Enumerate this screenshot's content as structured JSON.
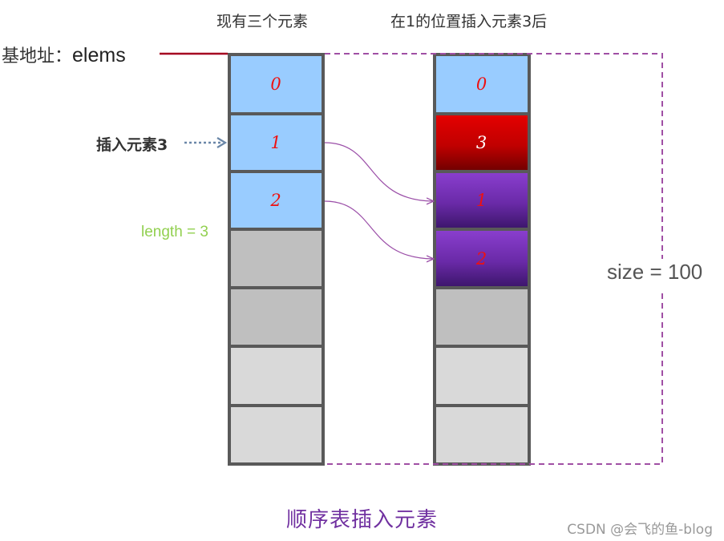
{
  "titles": {
    "left": "现有三个元素",
    "right": "在1的位置插入元素3后"
  },
  "labels": {
    "base_prefix": "基地址：",
    "base_name": "elems",
    "insert": "插入元素3",
    "length": "length = 3",
    "size": "size = 100"
  },
  "left_cells": [
    "0",
    "1",
    "2",
    "",
    "",
    "",
    ""
  ],
  "right_cells": [
    "0",
    "3",
    "1",
    "2",
    "",
    "",
    ""
  ],
  "caption": "顺序表插入元素",
  "watermark": "CSDN @会飞的鱼-blog",
  "colors": {
    "slot_used": "#99ccff",
    "slot_inserted": "#e00000",
    "slot_shifted": "#7030a0",
    "slot_empty": "#bfbfbf",
    "slot_empty_light": "#d9d9d9",
    "border": "#595959",
    "dashed": "#a04fa4",
    "base_line": "#a50021",
    "length_text": "#92d050",
    "caption_text": "#7030a0",
    "index_text": "#ee1111"
  }
}
